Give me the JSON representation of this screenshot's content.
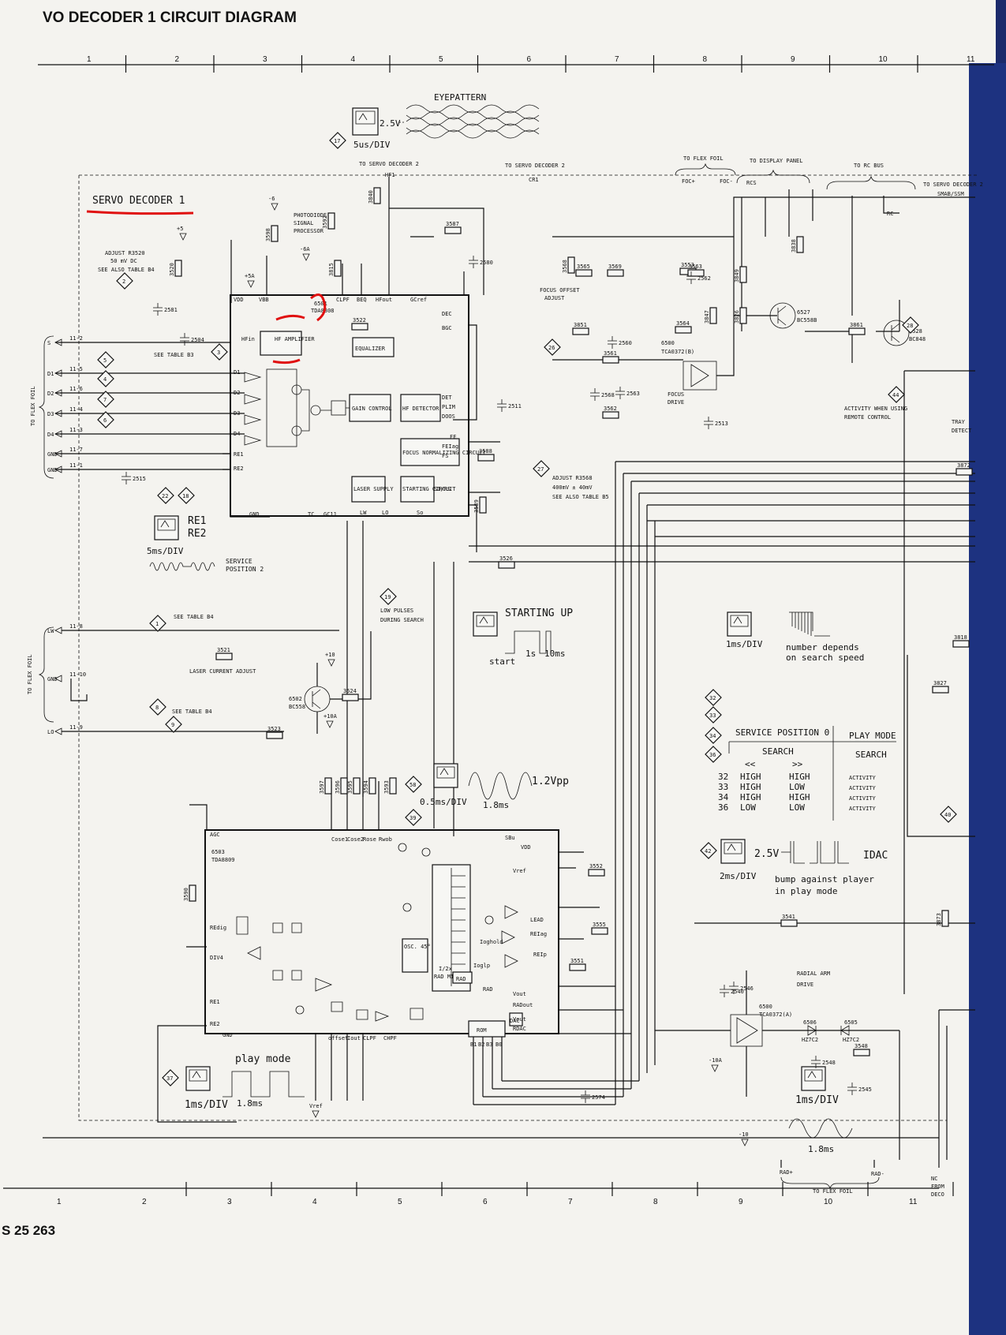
{
  "page_title": "VO DECODER 1 CIRCUIT DIAGRAM",
  "doc_code": "S 25 263",
  "grid_columns": [
    "1",
    "2",
    "3",
    "4",
    "5",
    "6",
    "7",
    "8",
    "9",
    "10",
    "11"
  ],
  "top_labels": {
    "eyepattern": "EYEPATTERN",
    "eye_scale": "2.5V",
    "eye_time": "5us/DIV",
    "to_servo_decoder_2_a": "TO SERVO DECODER 2",
    "hf1": "HF1",
    "to_servo_decoder_2_b": "TO SERVO DECODER 2",
    "cr1": "CR1",
    "to_flex_foil_top": "TO FLEX FOIL",
    "to_display_panel": "TO DISPLAY PANEL",
    "to_rc_bus": "TO RC BUS",
    "to_servo_decoder_2_c": "TO SERVO DECODER 2",
    "smab_ssm": "SMAB/SSM",
    "foc_plus": "FOC+",
    "foc_minus": "FOC-",
    "rcs": "RCS",
    "rc": "RC"
  },
  "section_title": "SERVO DECODER 1",
  "left_connectors": {
    "to_flex_foil_1": "TO FLEX FOIL",
    "to_flex_foil_2": "TO FLEX FOIL",
    "pins_1": [
      "S",
      "D1",
      "D2",
      "D3",
      "D4",
      "GND",
      "GND"
    ],
    "pins_2": [
      "LW",
      "GND",
      "LO"
    ],
    "pin_ids_1": [
      "11-2",
      "11-5",
      "11-6",
      "11-4",
      "11-3",
      "11-7",
      "11-1"
    ],
    "pin_ids_2": [
      "11-8",
      "11-10",
      "11-9"
    ]
  },
  "notes": {
    "adjust_r3520": "ADJUST R3520",
    "adjust_r3520_val": "50 mV DC",
    "see_also_b4": "SEE ALSO TABLE B4",
    "see_table_b3": "SEE TABLE B3",
    "see_table_b4_a": "SEE TABLE B4",
    "see_table_b4_b": "SEE TABLE B4",
    "laser_current_adjust": "LASER CURRENT ADJUST",
    "photodiode": "PHOTODIODE",
    "signal": "SIGNAL",
    "processor": "PROCESSOR",
    "focus_offset": "FOCUS OFFSET",
    "adjust": "ADJUST",
    "adjust_r3568": "ADJUST R3568",
    "adjust_r3568_val": "400mV ± 40mV",
    "see_also_b5": "SEE ALSO TABLE B5",
    "focus_drive": "FOCUS",
    "focus_drive_2": "DRIVE",
    "activity": "ACTIVITY WHEN USING",
    "activity_2": "REMOTE CONTROL",
    "tray_detect": "TRAY",
    "tray_detect_2": "DETECT",
    "low_pulses": "LOW PULSES",
    "low_pulses_2": "DURING SEARCH",
    "radial_arm": "RADIAL ARM",
    "radial_arm_2": "DRIVE",
    "to_flex_foil_bottom": "TO FLEX FOIL",
    "rad_plus": "RAD+",
    "rad_minus": "RAD-",
    "nc_from": "NC",
    "nc_from_2": "FROM",
    "nc_from_3": "DECO"
  },
  "ic1": {
    "ref": "6501",
    "part": "TDA8808",
    "blocks": [
      "HF AMPLIFIER",
      "EQUALIZER",
      "GAIN CONTROL",
      "HF DETECTOR",
      "FOCUS NORMALIZING CIRCUIT",
      "LASER SUPPLY",
      "STARTING CIRCUIT"
    ],
    "pins": [
      "VDD",
      "VBB",
      "CLPF",
      "BEQ",
      "HFout",
      "GCref",
      "DEC",
      "BGC",
      "HFin",
      "D1",
      "D2",
      "D3",
      "D4",
      "RE1",
      "RE2",
      "DET",
      "PLIM",
      "DOOS",
      "FE",
      "FEIag",
      "FS",
      "SI/RS",
      "GND",
      "TC",
      "GC11",
      "LW",
      "LO",
      "So"
    ]
  },
  "ic2": {
    "ref": "6503",
    "part": "TDA8809",
    "blocks": [
      "OSC. 45°",
      "RAD MIRROR",
      "ROM",
      "DAC",
      "RAD",
      "I/2x"
    ],
    "pins": [
      "AGC",
      "Cose1",
      "Cose2",
      "Rose",
      "Rwob",
      "SBu",
      "VDD",
      "Vref",
      "LEAD",
      "REIag",
      "REIp",
      "Ioghold",
      "Ioglp",
      "RAD",
      "Vout",
      "RADout",
      "Vout",
      "RDAC",
      "REdig",
      "DIV4",
      "RE1",
      "RE2",
      "GND",
      "offset",
      "Iout",
      "CLPF",
      "CHPF",
      "B1",
      "B2",
      "B3",
      "B0"
    ]
  },
  "ic3": {
    "ref": "6500",
    "part": "TCA0372(B)"
  },
  "ic4": {
    "ref": "6500",
    "part": "TCA0372(A)"
  },
  "transistors": [
    {
      "ref": "6527",
      "part": "BC558B"
    },
    {
      "ref": "6528",
      "part": "BC848"
    },
    {
      "ref": "6502",
      "part": "BC558"
    }
  ],
  "diodes": [
    {
      "ref": "6506",
      "part": "HZ7C2"
    },
    {
      "ref": "6505",
      "part": "HZ7C2"
    }
  ],
  "scopes": {
    "re": {
      "label1": "RE1",
      "label2": "RE2",
      "time": "5ms/DIV",
      "note": "SERVICE",
      "note2": "POSITION 2"
    },
    "starting": {
      "title": "STARTING UP",
      "start": "start",
      "t1": "1s",
      "t2": "10ms"
    },
    "search": {
      "time": "1ms/DIV",
      "note1": "number depends",
      "note2": "on search speed"
    },
    "sine": {
      "amp": "1.2Vpp",
      "time": "0.5ms/DIV",
      "period": "1.8ms"
    },
    "bump": {
      "amp": "2.5V",
      "label": "IDAC",
      "time": "2ms/DIV",
      "note1": "bump against player",
      "note2": "in play mode"
    },
    "play": {
      "label": "play mode",
      "time": "1ms/DIV",
      "period": "1.8ms"
    },
    "radial": {
      "time": "1ms/DIV",
      "period": "1.8ms"
    }
  },
  "service_table": {
    "title": "SERVICE POSITION 0",
    "play_mode": "PLAY MODE",
    "search": "SEARCH",
    "search_play": "SEARCH",
    "dir_rev": "<<",
    "dir_fwd": ">>",
    "rows": [
      {
        "pin": "32",
        "rev": "HIGH",
        "fwd": "HIGH",
        "play": "ACTIVITY"
      },
      {
        "pin": "33",
        "rev": "HIGH",
        "fwd": "LOW",
        "play": "ACTIVITY"
      },
      {
        "pin": "34",
        "rev": "HIGH",
        "fwd": "HIGH",
        "play": "ACTIVITY"
      },
      {
        "pin": "36",
        "rev": "LOW",
        "fwd": "LOW",
        "play": "ACTIVITY"
      }
    ]
  },
  "test_points": [
    "1",
    "2",
    "3",
    "4",
    "5",
    "6",
    "7",
    "8",
    "9",
    "17",
    "18",
    "19",
    "22",
    "26",
    "27",
    "28",
    "32",
    "33",
    "34",
    "36",
    "37",
    "39",
    "40",
    "42",
    "44",
    "58"
  ],
  "supply_labels": [
    "+5",
    "+5A",
    "-6",
    "-6A",
    "+10",
    "+10A",
    "-10",
    "-10A",
    "Vref"
  ],
  "resistors": [
    "3520",
    "3521",
    "3522",
    "3523",
    "3524",
    "3526",
    "3541",
    "3548",
    "3551",
    "3552",
    "3553",
    "3555",
    "3561",
    "3562",
    "3563",
    "3564",
    "3565",
    "3568",
    "3569",
    "3587",
    "3588",
    "3589",
    "3590",
    "3592",
    "3593",
    "3594",
    "3595",
    "3596",
    "3597",
    "3598",
    "3815",
    "3818",
    "3826",
    "3827",
    "3838",
    "3840",
    "3847",
    "3849",
    "3851",
    "3861",
    "3872",
    "3873"
  ],
  "capacitors": [
    "2504",
    "2511",
    "2513",
    "2515",
    "2540",
    "2545",
    "2546",
    "2548",
    "2560",
    "2562",
    "2563",
    "2568",
    "2574",
    "2580",
    "2581"
  ]
}
